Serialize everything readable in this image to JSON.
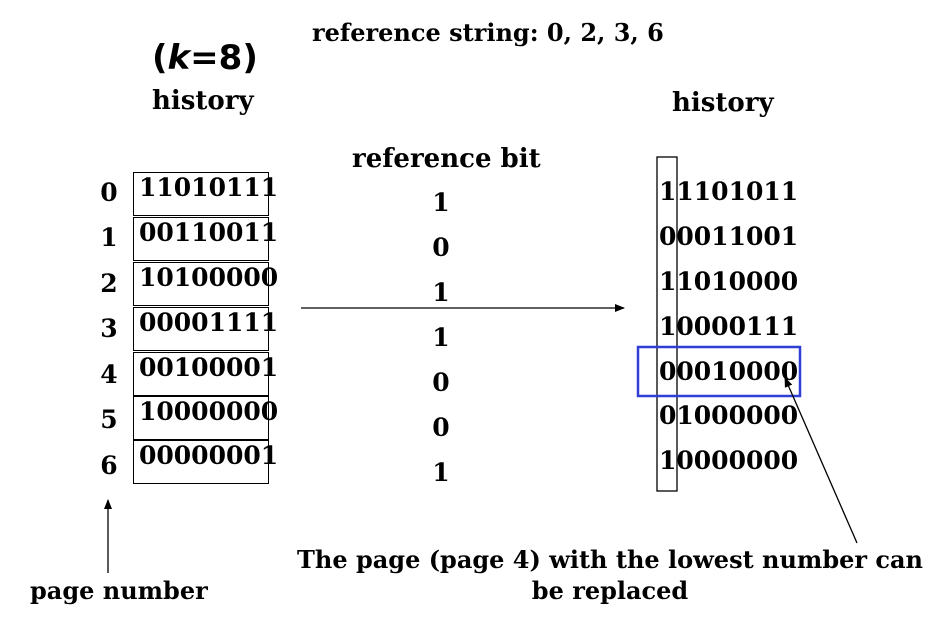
{
  "reference_string": "reference string: 0, 2, 3, 6",
  "k_label": {
    "open": "(",
    "var": "k",
    "rest": "=8)"
  },
  "history_left_title": "history",
  "history_right_title": "history",
  "reference_bit_title": "reference bit",
  "page_numbers": [
    "0",
    "1",
    "2",
    "3",
    "4",
    "5",
    "6"
  ],
  "history_before": [
    "11010111",
    "00110011",
    "10100000",
    "00001111",
    "00100001",
    "10000000",
    "00000001"
  ],
  "reference_bits": [
    "1",
    "0",
    "1",
    "1",
    "0",
    "0",
    "1"
  ],
  "history_after": [
    "11101011",
    "00011001",
    "11010000",
    "10000111",
    "00010000",
    "01000000",
    "10000000"
  ],
  "highlight_color": "#2f3fd6",
  "caption": "The page (page 4) with the lowest number can be replaced",
  "page_number_label": "page number"
}
